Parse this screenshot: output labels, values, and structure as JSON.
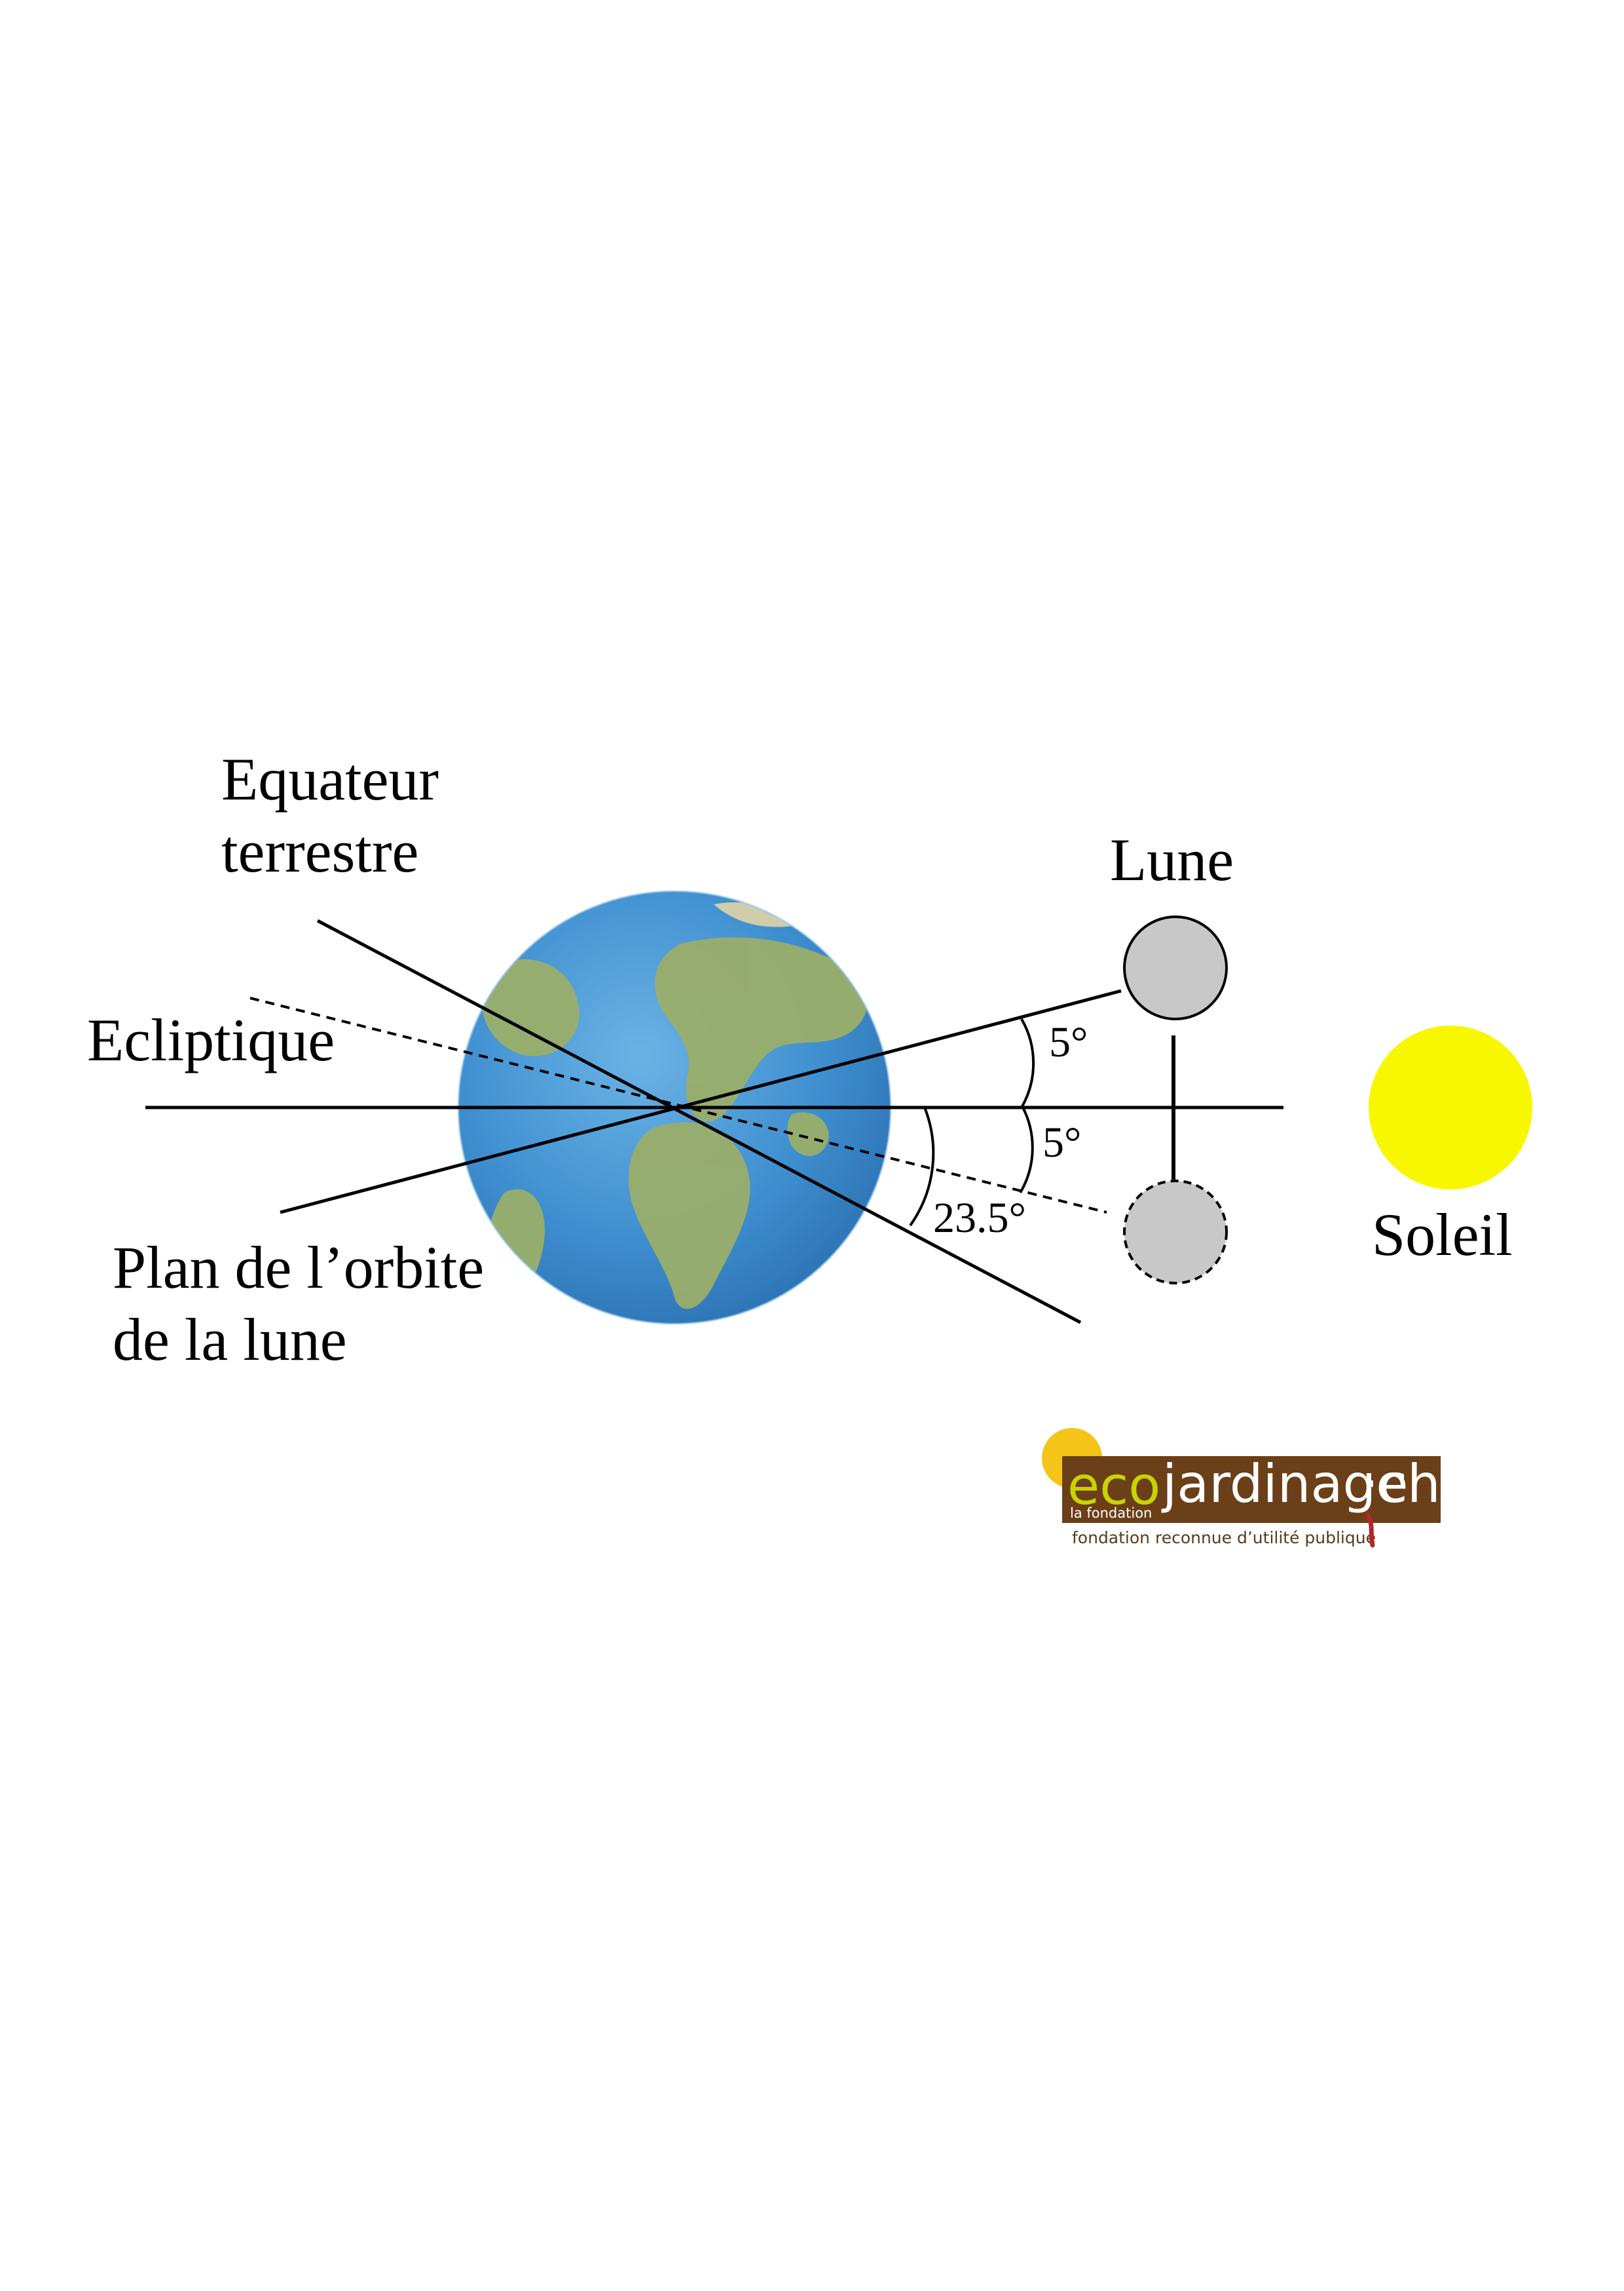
{
  "labels": {
    "equator_line1": "Equateur",
    "equator_line2": "terrestre",
    "ecliptic": "Ecliptique",
    "moon_orbit_line1": "Plan de l’orbite",
    "moon_orbit_line2": "de la lune",
    "moon": "Lune",
    "sun": "Soleil"
  },
  "angles": {
    "moon_orbit_upper": "5°",
    "moon_orbit_lower": "5°",
    "equator_tilt": "23.5°"
  },
  "logo": {
    "eco": "eco",
    "jardinage": "jardinage",
    "dot": "·",
    "ch": "ch",
    "la_fondation": "la fondation",
    "tagline": "fondation reconnue d’utilité publique"
  },
  "colors": {
    "sun": "#f7f700",
    "moon": "#c8c8c8",
    "ocean": "#3f8fd0",
    "land": "#9aae6a",
    "logo_brown": "#6b3f18",
    "logo_sun": "#f5c419",
    "logo_green": "#c8d400",
    "logo_red": "#b5262b"
  }
}
